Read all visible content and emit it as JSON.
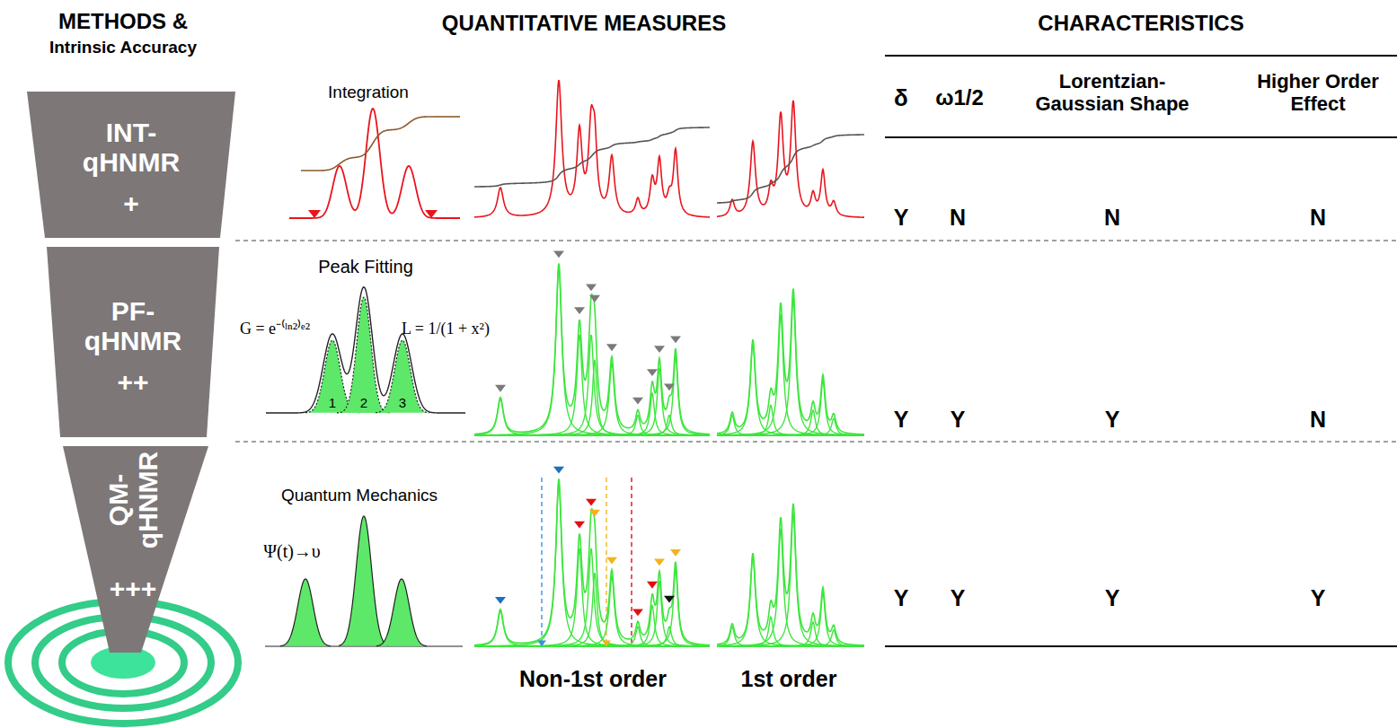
{
  "diagram": {
    "nodes": [
      {
        "text": [
          "INT- qHNMR",
          "+"
        ]
      },
      {
        "text": [
          "PF- qHNMR",
          "++"
        ]
      },
      {
        "text": [
          "QM- qHNMR",
          "+++"
        ]
      }
    ],
    "labels": [
      "METHODS &",
      "Intrinsic Accuracy",
      "QUANTITATIVE MEASURES",
      "CHARACTERISTICS",
      "δ",
      "ω1/2",
      "Lorentzian-Gaussian Shape",
      "Higher Order Effect",
      "Integration",
      "Peak Fitting",
      "G = e⁻⁽ˡⁿ²⁾ᵉ²",
      "L = 1/(1 + x²)",
      "1",
      "2",
      "3",
      "Quantum Mechanics",
      "Ψ(t)→υ",
      "Y",
      "N",
      "N",
      "N",
      "Y",
      "Y",
      "Y",
      "N",
      "Y",
      "Y",
      "Y",
      "Y",
      "Non-1st order",
      "1st order"
    ]
  }
}
